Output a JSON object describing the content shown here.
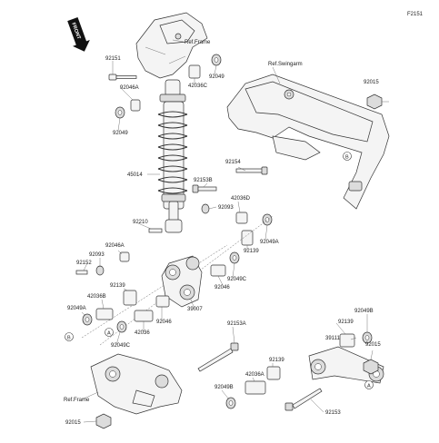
{
  "diagram_code": "F2151",
  "front_label": "FRONT",
  "refs": {
    "frame_top": "Ref.Frame",
    "swingarm": "Ref.Swingarm",
    "frame_bottom": "Ref.Frame"
  },
  "markers": {
    "a": "A",
    "b": "B"
  },
  "labels": {
    "p92151": "92151",
    "p92046a_top": "92046A",
    "p42036c": "42036C",
    "p92049_r": "92049",
    "p92049_l": "92049",
    "p92015_top": "92015",
    "p45014": "45014",
    "p92154": "92154",
    "p92153b": "92153B",
    "p42036d": "42036D",
    "p92093_r": "92093",
    "p92210": "92210",
    "p92139_r": "92139",
    "p92049a_r": "92049A",
    "p92046a_mid": "92046A",
    "p92093_l": "92093",
    "p92152": "92152",
    "p92049c_r": "92049C",
    "p92046_r": "92046",
    "p92139_l": "92139",
    "p42036b": "42036B",
    "p39007": "39007",
    "p92049a_l": "92049A",
    "p92046_l": "92046",
    "p42036": "42036",
    "p92049c_l": "92049C",
    "p92049b_r": "92049B",
    "p92139_lr": "92139",
    "p39111": "39111",
    "p92015_mid": "92015",
    "p92153a": "92153A",
    "p42036a": "42036A",
    "p92139_b": "92139",
    "p92049b_b": "92049B",
    "p92153": "92153",
    "p92015_bot": "92015"
  }
}
